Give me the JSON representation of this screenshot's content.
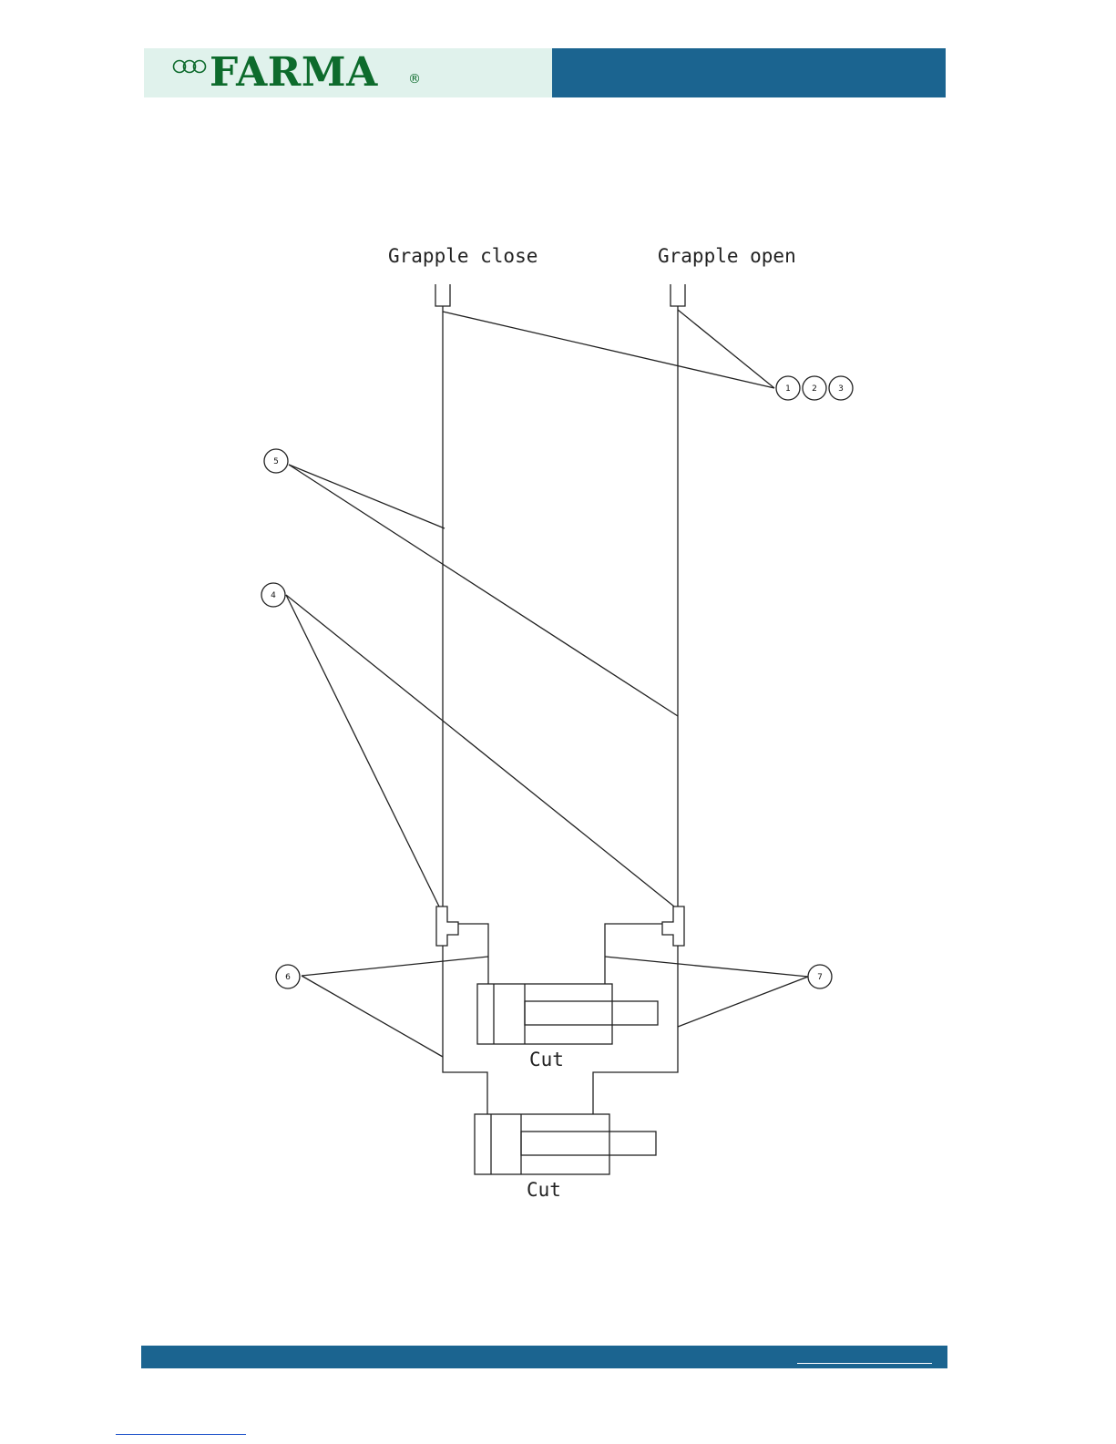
{
  "header": {
    "logo": "FARMA",
    "registered": "®",
    "colors": {
      "brand_green": "#0d6b2c",
      "brand_blue": "#1b6490",
      "header_bg": "#e0f2ec"
    }
  },
  "diagram": {
    "label_grapple_close": "Grapple close",
    "label_grapple_open": "Grapple open",
    "label_cut_upper": "Cut",
    "label_cut_lower": "Cut",
    "callouts": {
      "c1": "1",
      "c2": "2",
      "c3": "3",
      "c4": "4",
      "c5": "5",
      "c6": "6",
      "c7": "7"
    }
  },
  "footer": {}
}
